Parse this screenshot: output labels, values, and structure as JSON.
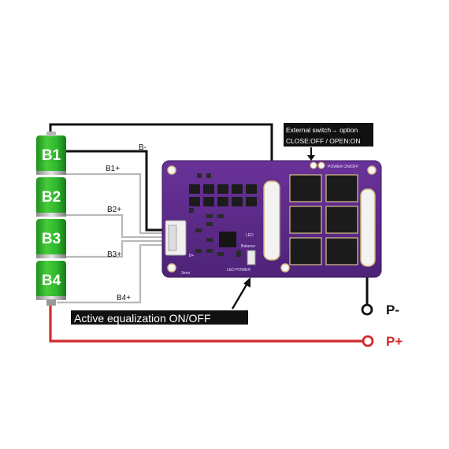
{
  "battery": {
    "cells": [
      {
        "label": "B1"
      },
      {
        "label": "B2"
      },
      {
        "label": "B3"
      },
      {
        "label": "B4"
      }
    ],
    "cell_color": "#2db52d"
  },
  "wires": {
    "b_minus": "B-",
    "b1_plus": "B1+",
    "b2_plus": "B2+",
    "b3_plus": "B3+",
    "b4_plus": "B4+"
  },
  "terminals": {
    "p_minus": "P-",
    "p_plus": "P+"
  },
  "callouts": {
    "switch_line1": "External switch→ option",
    "switch_line2": "CLOSE:OFF /  OPEN:ON",
    "equalization": "Active equalization ON/OFF"
  },
  "board": {
    "color": "#5c2a8a",
    "power_label": "POWER ON/OFF",
    "led_label": "LED",
    "balance_label": "Balance",
    "led_power_label": "LED POWER",
    "b_plus_label": "B+",
    "size_label": "3mm"
  },
  "colors": {
    "negative_wire": "#111111",
    "positive_wire": "#d42a2a",
    "balance_wire": "#b8b8b8"
  }
}
